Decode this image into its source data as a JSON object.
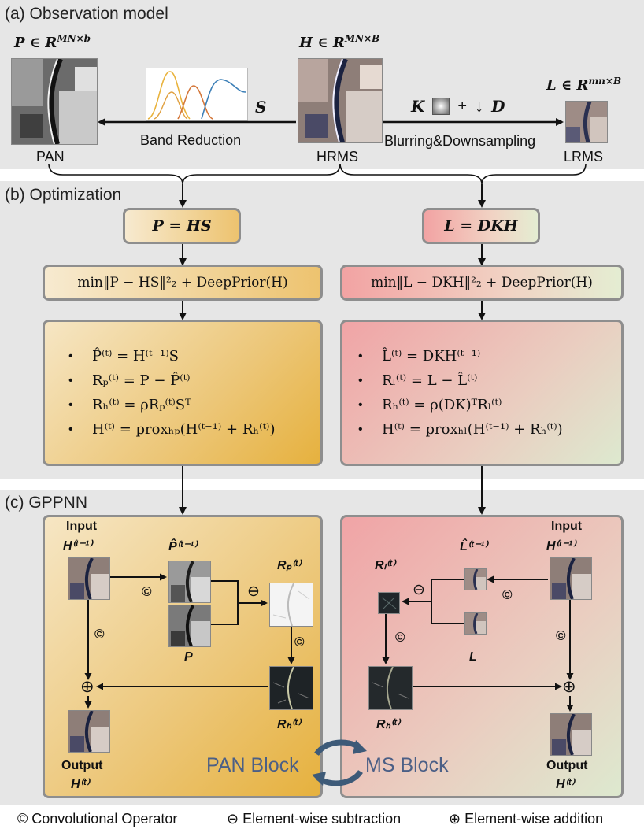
{
  "sections": {
    "a_title": "(a) Observation model",
    "b_title": "(b) Optimization",
    "c_title": "(c) GPPNN"
  },
  "observation": {
    "pan_formula": "P ∈ R",
    "pan_sup": "MN×b",
    "hrms_formula": "H ∈ R",
    "hrms_sup": "MN×B",
    "lrms_formula": "L ∈ R",
    "lrms_sup": "mn×B",
    "s_label": "S",
    "band_reduction": "Band Reduction",
    "blurring": "Blurring&Downsampling",
    "k_label": "K",
    "plus": "+",
    "d_label": "D",
    "pan_name": "PAN",
    "hrms_name": "HRMS",
    "lrms_name": "LRMS"
  },
  "optimization": {
    "left_model": "P = HS",
    "right_model": "L = DKH",
    "left_objective": "min‖P − HS‖²₂ + DeepPrior(H)",
    "right_objective": "min‖L − DKH‖²₂ + DeepPrior(H)",
    "left_steps": [
      "P̂⁽ᵗ⁾ = H⁽ᵗ⁻¹⁾S",
      "Rₚ⁽ᵗ⁾ = P − P̂⁽ᵗ⁾",
      "Rₕ⁽ᵗ⁾ = ρRₚ⁽ᵗ⁾Sᵀ",
      "H⁽ᵗ⁾ = proxₕₚ(H⁽ᵗ⁻¹⁾ + Rₕ⁽ᵗ⁾)"
    ],
    "right_steps": [
      "L̂⁽ᵗ⁾ = DKH⁽ᵗ⁻¹⁾",
      "Rₗ⁽ᵗ⁾ = L − L̂⁽ᵗ⁾",
      "Rₕ⁽ᵗ⁾ = ρ(DK)ᵀRₗ⁽ᵗ⁾",
      "H⁽ᵗ⁾ = proxₕₗ(H⁽ᵗ⁻¹⁾ + Rₕ⁽ᵗ⁾)"
    ],
    "bullet": "•"
  },
  "gppnn": {
    "input": "Input",
    "output": "Output",
    "h_prev": "H⁽ᵗ⁻¹⁾",
    "h_t": "H⁽ᵗ⁾",
    "p_hat": "P̂⁽ᵗ⁻¹⁾",
    "p": "P",
    "rp": "Rₚ⁽ᵗ⁾",
    "rh": "Rₕ⁽ᵗ⁾",
    "l_hat": "L̂⁽ᵗ⁻¹⁾",
    "l": "L",
    "rl": "Rₗ⁽ᵗ⁾",
    "conv": "©",
    "minus": "⊖",
    "oplus": "⊕",
    "pan_block": "PAN Block",
    "ms_block": "MS Block"
  },
  "legend": {
    "conv": "© Convolutional Operator",
    "sub": "⊖ Element-wise subtraction",
    "add": "⊕ Element-wise addition"
  },
  "colors": {
    "orange": "#e6b13e",
    "pink": "#f0a4a6",
    "gray_panel": "#e6e6e6",
    "block_text": "#4b5f86"
  }
}
